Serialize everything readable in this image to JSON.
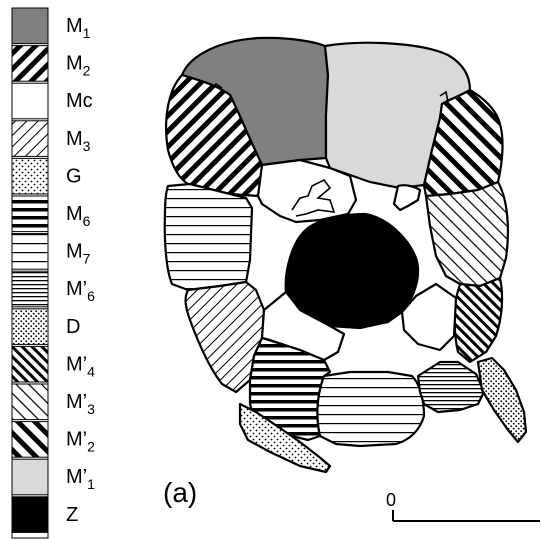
{
  "legend": [
    {
      "id": "M1",
      "label": "M",
      "sub": "1",
      "fill": "solid-dark"
    },
    {
      "id": "M2",
      "label": "M",
      "sub": "2",
      "fill": "hatch-thick"
    },
    {
      "id": "Mc",
      "label": "Mc",
      "sub": "",
      "fill": "white"
    },
    {
      "id": "M3",
      "label": "M",
      "sub": "3",
      "fill": "hatch-thin-sparse"
    },
    {
      "id": "G",
      "label": "G",
      "sub": "",
      "fill": "dots"
    },
    {
      "id": "M6",
      "label": "M",
      "sub": "6",
      "fill": "horiz-thick"
    },
    {
      "id": "M7",
      "label": "M",
      "sub": "7",
      "fill": "horiz-sparse"
    },
    {
      "id": "M6p",
      "label": "M’",
      "sub": "6",
      "fill": "horiz-dense"
    },
    {
      "id": "D",
      "label": "D",
      "sub": "",
      "fill": "dots-dense"
    },
    {
      "id": "M4p",
      "label": "M’",
      "sub": "4",
      "fill": "hatch-medium"
    },
    {
      "id": "M3p",
      "label": "M’",
      "sub": "3",
      "fill": "hatch-fine"
    },
    {
      "id": "M2p",
      "label": "M’",
      "sub": "2",
      "fill": "hatch-bold"
    },
    {
      "id": "M1p",
      "label": "M’",
      "sub": "1",
      "fill": "solid-light"
    },
    {
      "id": "Z",
      "label": "Z",
      "sub": "",
      "fill": "solid-black"
    }
  ],
  "panel_label": "(a)",
  "scale_bar": {
    "label": "0"
  },
  "colors": {
    "dark_gray": "#808080",
    "light_gray": "#d9d9d9",
    "black": "#000000",
    "white": "#ffffff"
  }
}
